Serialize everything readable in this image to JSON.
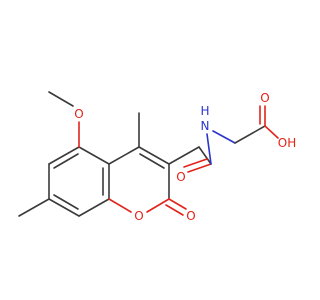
{
  "molecule": {
    "colors": {
      "carbon_bond": "#3a3a3a",
      "oxygen": "#e2231a",
      "nitrogen": "#2b35c9",
      "background": "#ffffff"
    },
    "labels": {
      "methoxy_o": "O",
      "ring_o": "O",
      "lactone_carbonyl_o": "O",
      "amide_o": "O",
      "amide_n": "N",
      "amide_h": "H",
      "acid_carbonyl_o": "O",
      "acid_oh": "OH"
    }
  }
}
